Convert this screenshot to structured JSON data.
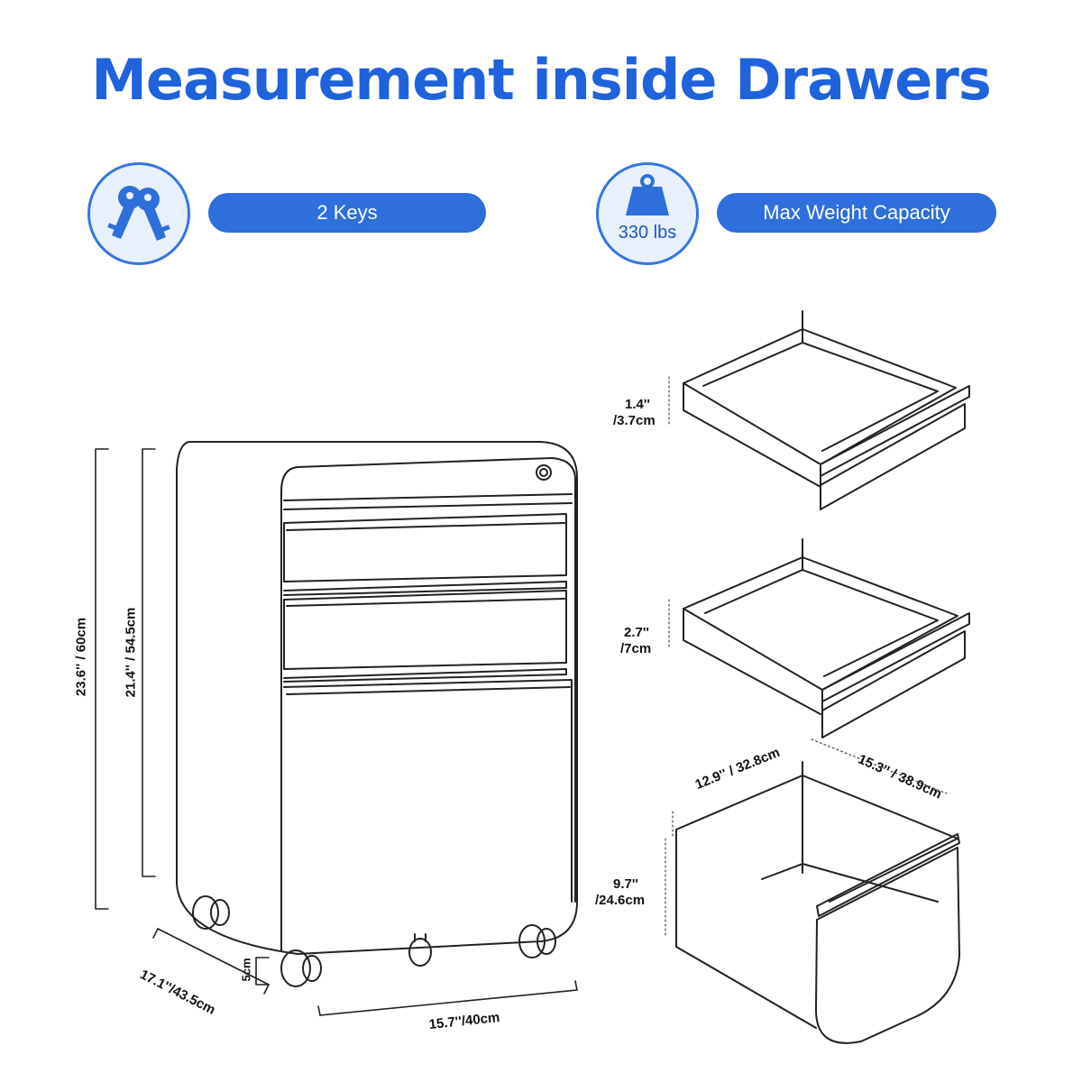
{
  "title": "Measurement inside Drawers",
  "features": {
    "keys_label": "2 Keys",
    "weight_value": "330 lbs",
    "weight_label": "Max Weight Capacity"
  },
  "cabinet": {
    "height_total": "23.6'' / 60cm",
    "height_body": "21.4'' / 54.5cm",
    "depth": "17.1''/43.5cm",
    "width": "15.7''/40cm",
    "wheel_height": "5cm"
  },
  "drawers": {
    "top_height": "1.4''",
    "top_height_cm": "/3.7cm",
    "middle_height": "2.7''",
    "middle_height_cm": "/7cm",
    "file_depth": "12.9'' / 32.8cm",
    "file_width": "15.3'' / 38.9cm",
    "file_height": "9.7''",
    "file_height_cm": "/24.6cm"
  },
  "colors": {
    "accent": "#1f62dc",
    "pill": "#2f6fdc"
  }
}
